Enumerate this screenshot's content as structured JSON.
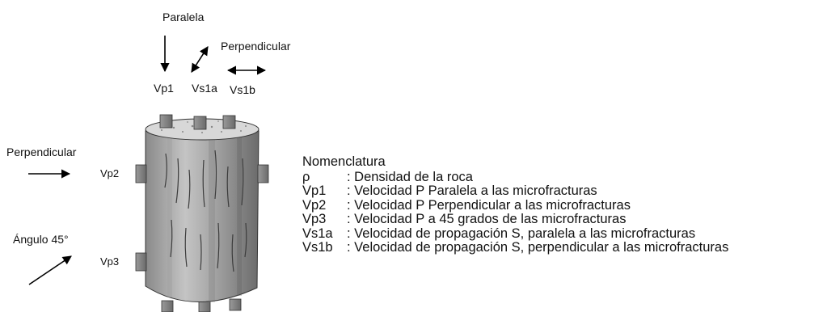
{
  "labels": {
    "paralela": "Paralela",
    "perpendicular_top": "Perpendicular",
    "vp1": "Vp1",
    "vs1a": "Vs1a",
    "vs1b": "Vs1b",
    "perpendicular_left": "Perpendicular",
    "vp2": "Vp2",
    "angulo": "Ángulo 45°",
    "vp3": "Vp3"
  },
  "legend": {
    "title": "Nomenclatura",
    "items": [
      {
        "symbol": "ρ",
        "text": ": Densidad de la roca"
      },
      {
        "symbol": "Vp1",
        "text": ": Velocidad P Paralela a las microfracturas"
      },
      {
        "symbol": "Vp2",
        "text": ": Velocidad P Perpendicular a las microfracturas"
      },
      {
        "symbol": "Vp3",
        "text": ": Velocidad P a 45 grados de las microfracturas"
      },
      {
        "symbol": "Vs1a",
        "text": ": Velocidad de propagación S, paralela a las microfracturas"
      },
      {
        "symbol": "Vs1b",
        "text": ": Velocidad de propagación S, perpendicular a las microfracturas"
      }
    ]
  },
  "colors": {
    "arrow": "#000000",
    "core_light": "#b9b9b9",
    "core_dark": "#6e6e6e",
    "top_face": "#d6d6d6",
    "sensor": "#8f8f8f"
  }
}
